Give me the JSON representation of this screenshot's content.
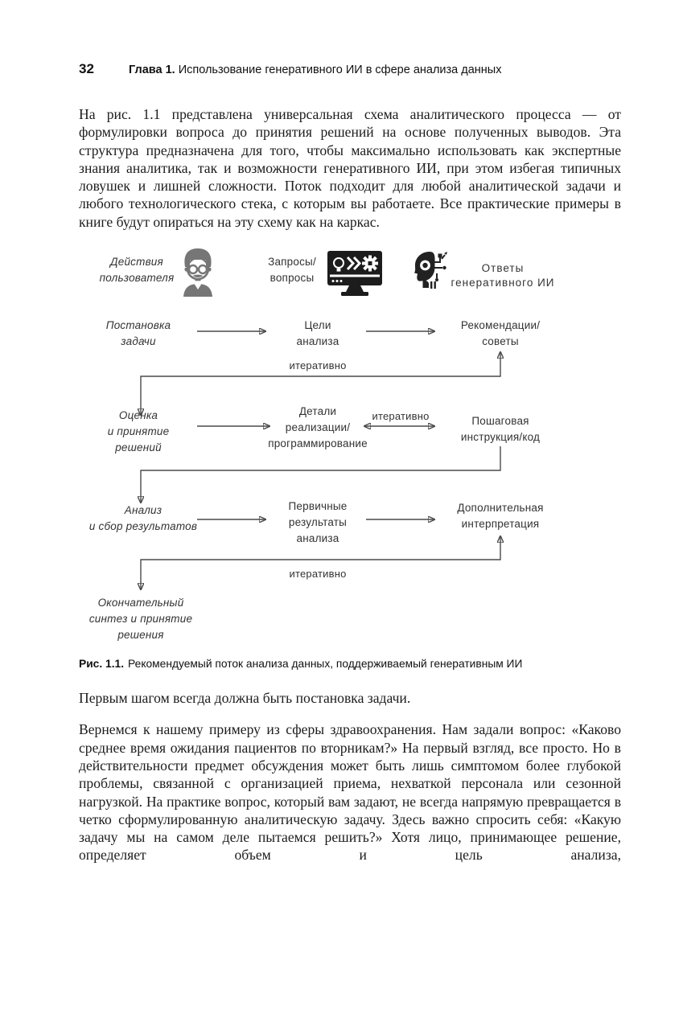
{
  "header": {
    "page_number": "32",
    "chapter_label": "Глава 1.",
    "chapter_title": "Использование генеративного ИИ в сфере анализа данных"
  },
  "paragraphs": {
    "intro": "На рис. 1.1 представлена универсальная схема аналитического процесса — от формулировки вопроса до принятия решений на основе полученных выводов. Эта структура предназначена для того, чтобы максимально использовать как экспертные знания аналитика, так и возможности генеративного ИИ, при этом избегая типичных ловушек и лишней сложности. Поток подходит для любой аналитической задачи и любого технологического стека, с которым вы работаете. Все практические примеры в книге будут опираться на эту схему как на каркас.",
    "after_figure": "Первым шагом всегда должна быть постановка задачи.",
    "closing": "Вернемся к нашему примеру из сферы здравоохранения. Нам задали вопрос: «Каково среднее время ожидания пациентов по вторникам?» На первый взгляд, все просто. Но в действительности предмет обсуждения может быть лишь симптомом более глубокой проблемы, связанной с организацией приема, нехваткой персонала или сезонной нагрузкой. На практике вопрос, который вам задают, не всегда напрямую превращается в четко сформулированную аналитическую задачу. Здесь важно спросить себя: «Какую задачу мы на самом деле пытаемся решить?» Хотя лицо, принимающее решение, определяет объем и цель анализа,"
  },
  "figure": {
    "caption_label": "Рис. 1.1.",
    "caption_text": "Рекомендуемый поток анализа данных, поддерживаемый генеративным ИИ",
    "diagram": {
      "colors": {
        "line": "#4a4a4a",
        "label": "#333333",
        "icon_person": "#767676",
        "icon_dark": "#1c1c1c"
      },
      "legend": {
        "user": "Действия\nпользователя",
        "user_icon": "man-with-glasses-icon",
        "request": "Запросы/\nвопросы",
        "request_icon": "monitor-prompt-icon",
        "response": "Ответы\nгенеративного ИИ",
        "response_icon": "ai-circuit-head-icon"
      },
      "nodes": {
        "r1_user": "Постановка\nзадачи",
        "r1_request": "Цели\nанализа",
        "r1_response": "Рекомендации/\nсоветы",
        "r2_user": "Оценка\nи принятие\nрешений",
        "r2_request": "Детали\nреализации/\nпрограммирование",
        "r2_response": "Пошаговая\nинструкция/код",
        "r3_user": "Анализ\nи сбор результатов",
        "r3_request": "Первичные\nрезультаты\nанализа",
        "r3_response": "Дополнительная\nинтерпретация",
        "r4_user": "Окончательный\nсинтез и принятие\nрешения"
      },
      "iterative_labels": {
        "loop1": "итеративно",
        "row2": "итеративно",
        "loop3": "итеративно"
      }
    }
  }
}
